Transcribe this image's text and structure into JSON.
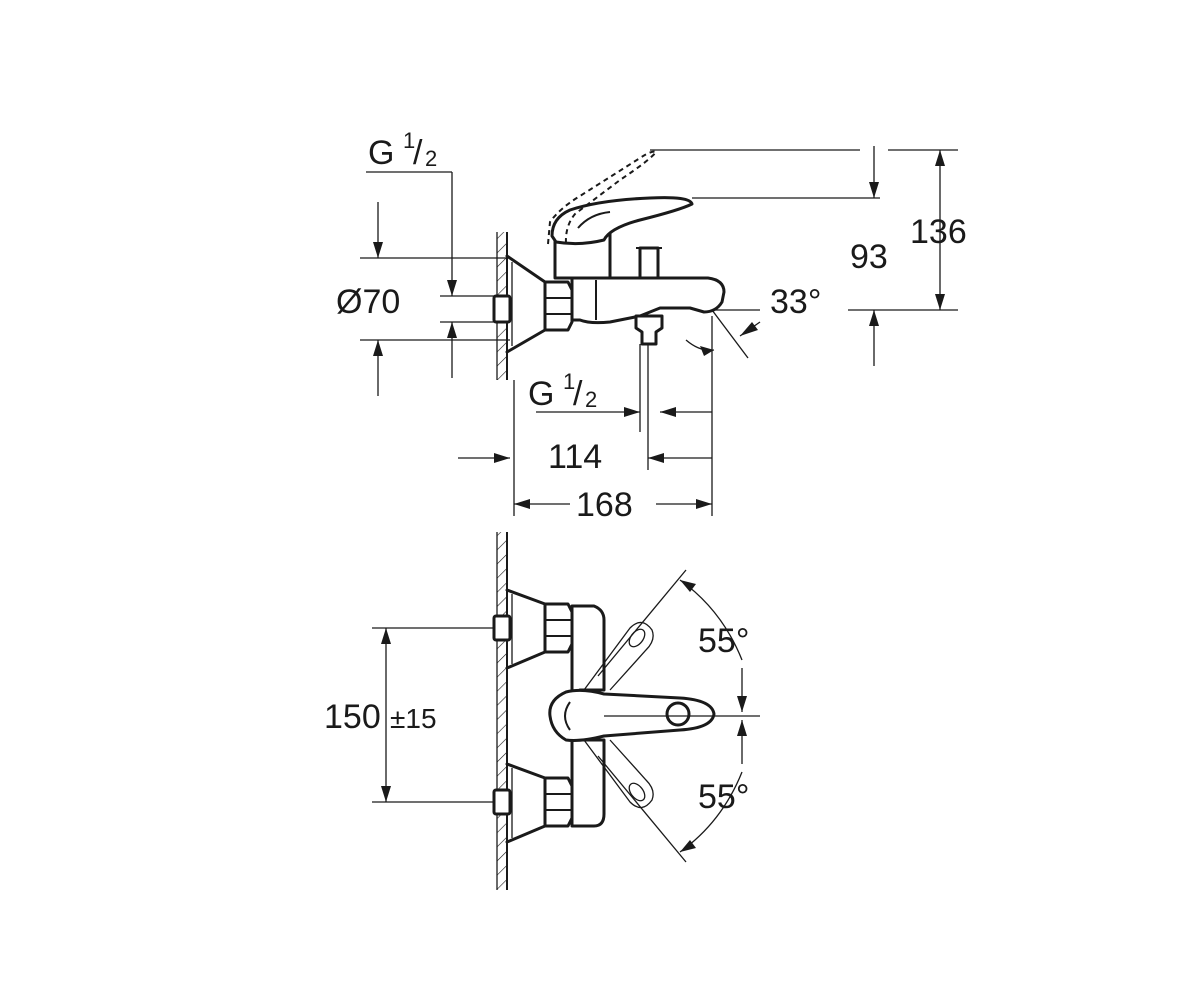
{
  "side_view": {
    "label_inlet_thread": {
      "main": "G",
      "num": "1",
      "den": "2"
    },
    "label_diameter": "Ø70",
    "label_angle": "33°",
    "label_height_93": "93",
    "label_height_136": "136",
    "label_outlet_thread": {
      "main": "G",
      "num": "1",
      "den": "2"
    },
    "label_depth_114": "114",
    "label_depth_168": "168"
  },
  "front_view": {
    "label_spacing": "150",
    "label_tolerance": "±15",
    "label_angle_up": "55°",
    "label_angle_down": "55°"
  }
}
